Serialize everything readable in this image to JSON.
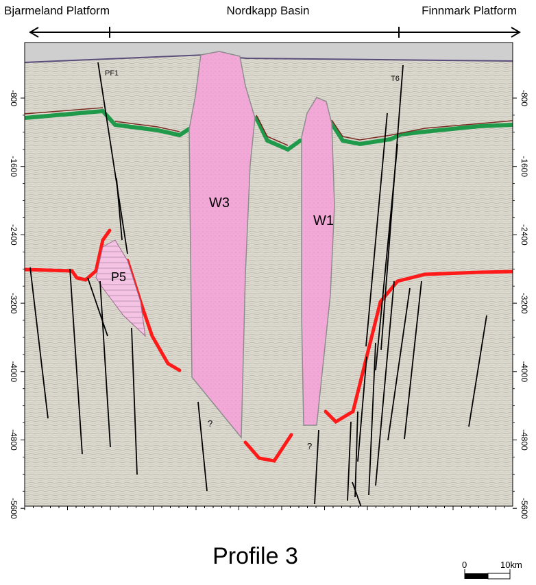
{
  "regions": {
    "left": "Bjarmeland Platform",
    "center": "Nordkapp Basin",
    "right": "Finnmark Platform"
  },
  "faults": {
    "pf1": "PF1",
    "t6": "T6"
  },
  "bodies": {
    "w3": "W3",
    "w1": "W1",
    "p5": "P5"
  },
  "uncertain_marks": [
    "?",
    "?"
  ],
  "depth_axis": {
    "ticks": [
      "-800",
      "-1600",
      "-2400",
      "-3200",
      "-4000",
      "-4800",
      "-5600"
    ]
  },
  "title": "Profile 3",
  "scale_bar": {
    "start": "0",
    "end": "10km"
  },
  "colors": {
    "salt": "#f0a6d6",
    "horizon_green": "#1f9a4a",
    "horizon_red": "#ff1a1a",
    "seismic_bg": "#d9d6cc",
    "sky": "#cfcfcf"
  }
}
